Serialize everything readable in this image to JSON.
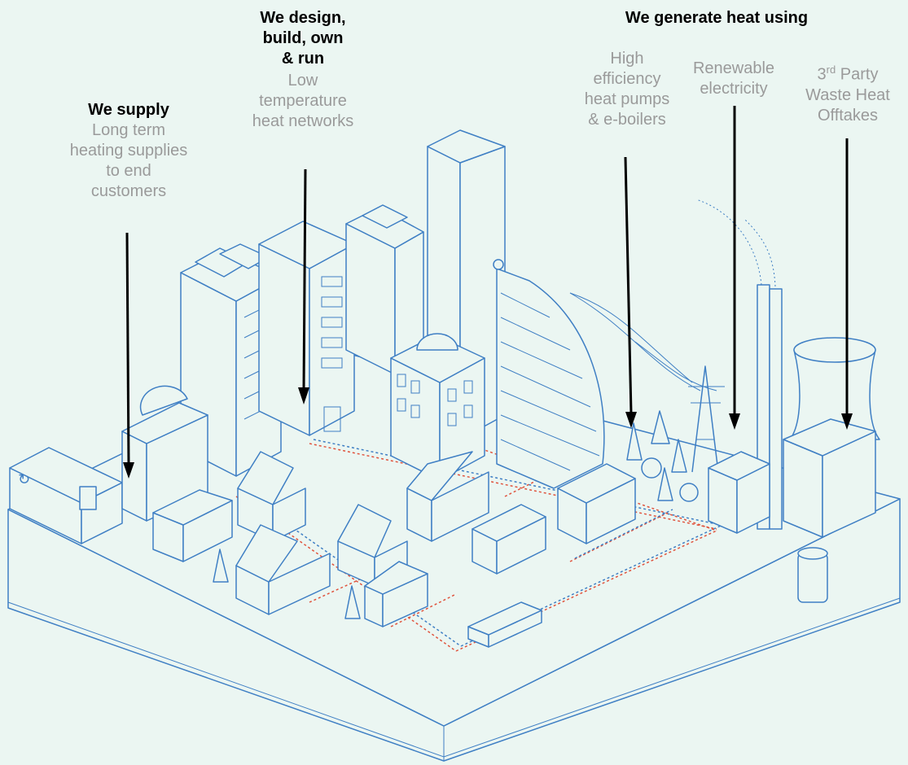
{
  "labels": {
    "supply": {
      "heading": "We supply",
      "lines": [
        "Long term",
        "heating supplies",
        "to end",
        "customers"
      ]
    },
    "design": {
      "heading_lines": [
        "We design,",
        "build, own",
        "& run"
      ],
      "lines": [
        "Low",
        "temperature",
        "heat networks"
      ]
    },
    "generate": {
      "heading": "We generate heat using"
    },
    "heat_pumps": {
      "lines": [
        "High",
        "efficiency",
        "heat pumps",
        "& e-boilers"
      ]
    },
    "renewable": {
      "lines": [
        "Renewable",
        "electricity"
      ]
    },
    "third_party": {
      "number": "3",
      "suffix": "rd",
      "rest": " Party",
      "lines": [
        "Waste Heat",
        "Offtakes"
      ]
    }
  },
  "colors": {
    "background": "#ebf6f2",
    "line": "#3f7fc4",
    "hot_pipe": "#e0533d",
    "heading": "#000000",
    "subtext": "#9a9a9a"
  }
}
